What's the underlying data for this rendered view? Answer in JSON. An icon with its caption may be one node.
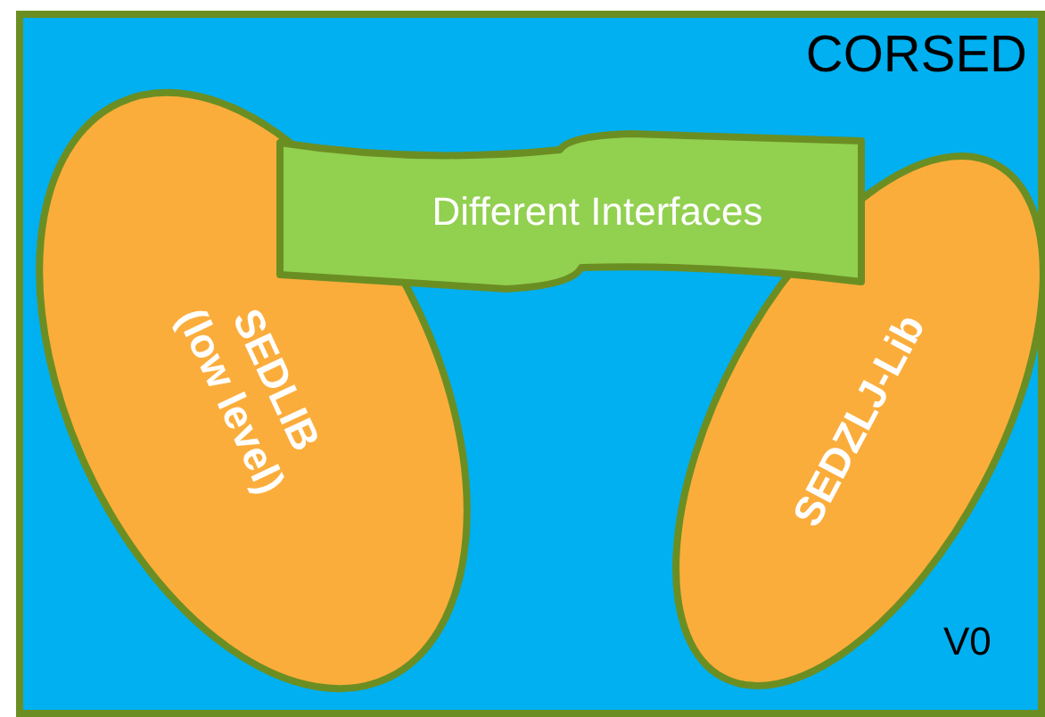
{
  "diagram": {
    "nodes": [
      {
        "text": [
          "CORSED"
        ]
      },
      {
        "text": [
          "SEDLIB (low level)"
        ],
        "in": 0
      },
      {
        "text": [
          "Different Interfaces"
        ],
        "in": 0
      },
      {
        "text": [
          "SEDZLJ-Lib"
        ],
        "in": 0
      }
    ],
    "labels": [
      "V0"
    ]
  }
}
